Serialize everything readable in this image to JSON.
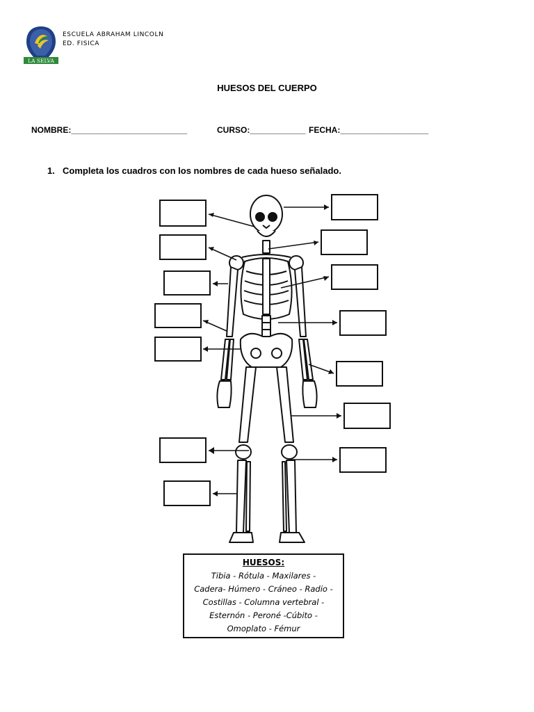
{
  "header": {
    "school_name": "ESCUELA ABRAHAM LINCOLN",
    "department": "ED. FISICA",
    "logo_text": "LA SELVA"
  },
  "title": "HUESOS DEL CUERPO",
  "fields": {
    "nombre": "NOMBRE:_________________________",
    "curso": "CURSO:____________",
    "fecha": "FECHA:___________________"
  },
  "instruction": {
    "number": "1.",
    "text": "Completa los cuadros con los nombres de cada hueso señalado."
  },
  "legend": {
    "heading": "HUESOS:",
    "lines": [
      "Tibia - Rótula - Maxilares -",
      "Cadera- Húmero - Cráneo - Radio -",
      "Costillas - Columna vertebral -",
      "Esternón - Peroné -Cúbito -",
      "Omoplato - Fémur"
    ]
  },
  "colors": {
    "logo_blue": "#1f3f86",
    "logo_yellow": "#e7c72b",
    "logo_green": "#2f8a3a"
  }
}
